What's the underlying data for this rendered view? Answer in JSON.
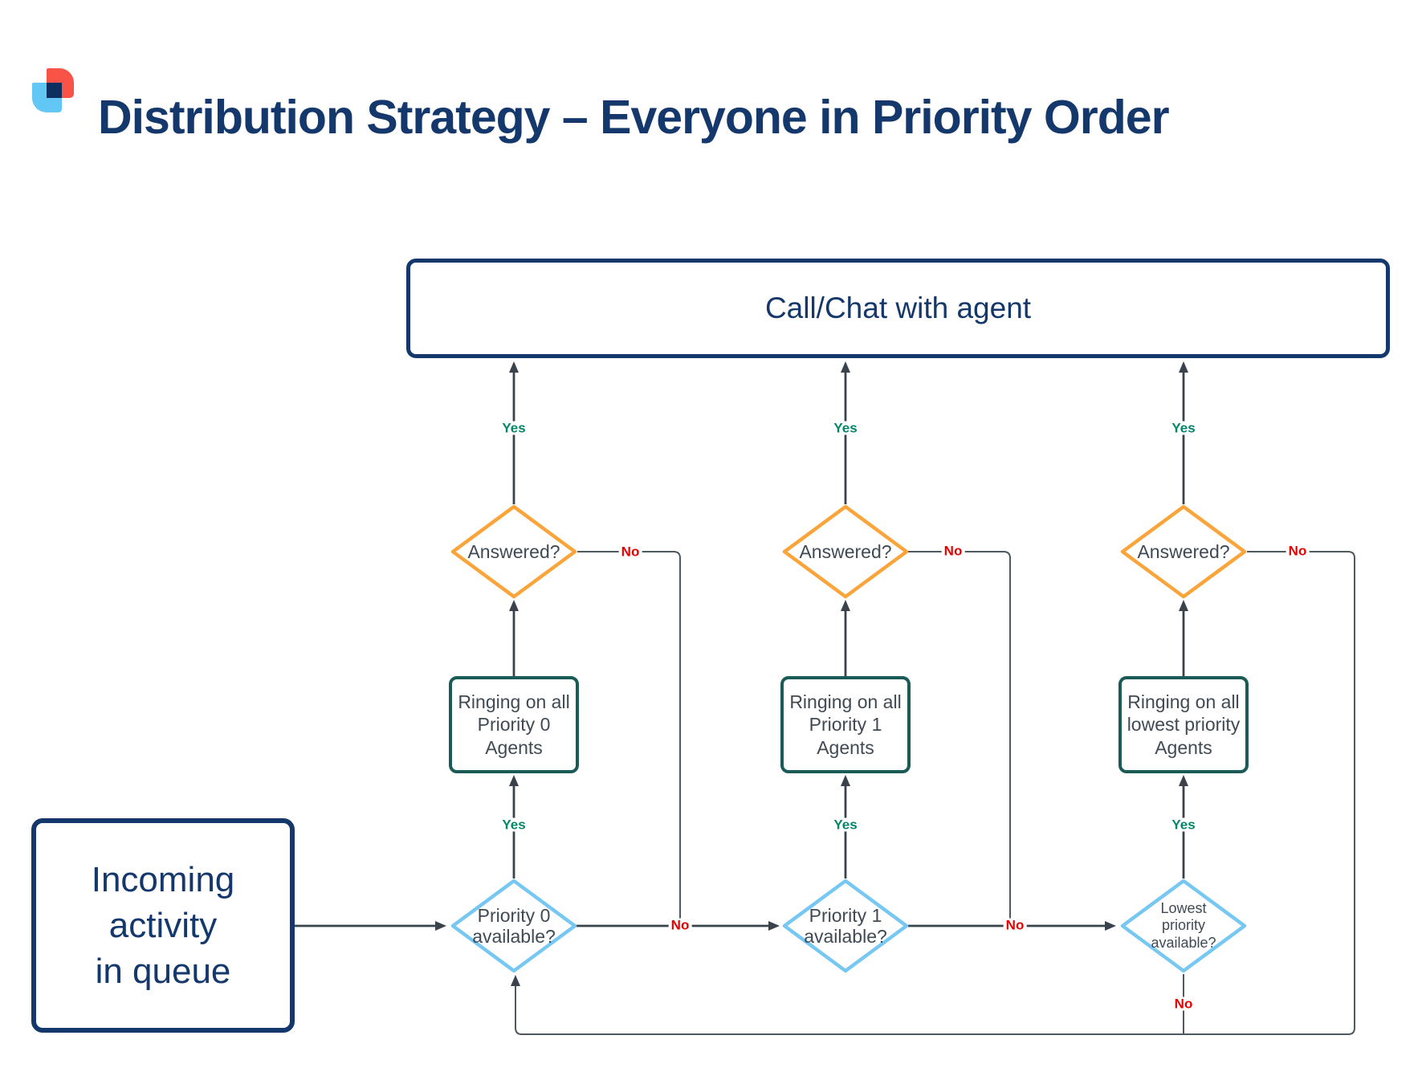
{
  "header": {
    "title": "Distribution Strategy – Everyone in Priority Order"
  },
  "diagram": {
    "top_node": {
      "label": "Call/Chat with agent"
    },
    "start_node": {
      "label": "Incoming\nactivity\nin queue"
    },
    "columns": [
      {
        "answered": "Answered?",
        "ringing": "Ringing on all\nPriority 0\nAgents",
        "available": "Priority 0\navailable?"
      },
      {
        "answered": "Answered?",
        "ringing": "Ringing on all\nPriority 1\nAgents",
        "available": "Priority 1\navailable?"
      },
      {
        "answered": "Answered?",
        "ringing": "Ringing on all\nlowest priority\nAgents",
        "available": "Lowest\npriority\navailable?"
      }
    ],
    "labels": {
      "yes": "Yes",
      "no": "No"
    }
  },
  "colors": {
    "navy": "#14386B",
    "orange": "#FAA43A",
    "light_blue": "#76C8F3",
    "teal": "#1A5A57",
    "red": "#E60000",
    "green": "#038768",
    "line": "#3A434C",
    "route": "#4E585F",
    "slate": "#3F4A54",
    "logo_red": "#F95348",
    "logo_blue": "#63C7F5",
    "logo_navy": "#0D2F5F"
  }
}
